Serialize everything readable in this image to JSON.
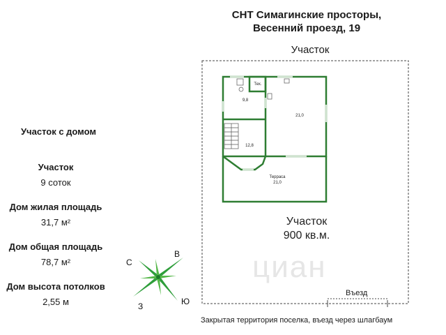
{
  "title": {
    "line1": "СНТ Симагинские просторы,",
    "line2": "Весенний проезд, 19"
  },
  "plot_label": "Участок",
  "rooms": {
    "tech": "Тех.",
    "room_a": "9,8",
    "room_b": "21,0",
    "room_c": "12,8",
    "terrace_name": "Терраса",
    "terrace_area": "21,0"
  },
  "plot_area": {
    "line1": "Участок",
    "line2": "900 кв.м."
  },
  "entrance": "Въезд",
  "footer": "Закрытая территория поселка, въезд через шлагбаум",
  "info": {
    "heading": "Участок с домом",
    "plot_title": "Участок",
    "plot_value": "9 соток",
    "living_title": "Дом жилая площадь",
    "living_value": "31,7 м²",
    "total_title": "Дом общая площадь",
    "total_value": "78,7 м²",
    "ceiling_title": "Дом высота потолков",
    "ceiling_value": "2,55 м"
  },
  "compass": {
    "north": "С",
    "east": "В",
    "south": "Ю",
    "west": "З"
  },
  "watermark": "циан",
  "colors": {
    "wall": "#2e7d32",
    "compass": "#2e9e3a",
    "border": "#444444"
  }
}
